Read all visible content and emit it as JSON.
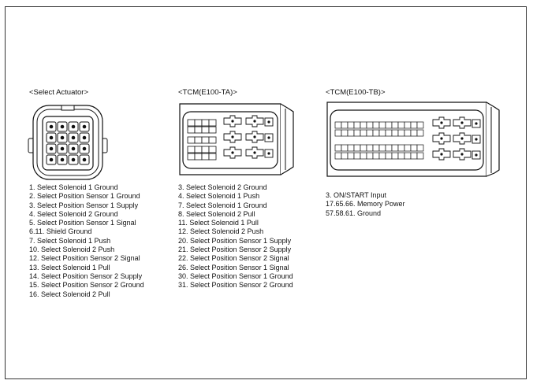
{
  "actuator": {
    "title": "<Select Actuator>",
    "pins": [
      "1. Select Solenoid 1 Ground",
      "2. Select Position Sensor 1 Ground",
      "3. Select Position Sensor 1 Supply",
      "4. Select Solenoid 2 Ground",
      "5. Select Position Sensor 1 Signal",
      "6.11. Shield Ground",
      "7. Select Solenoid 1 Push",
      "10. Select Solenoid 2 Push",
      "12. Select Position Sensor 2 Signal",
      "13. Select Solenoid 1 Pull",
      "14. Select Position Sensor 2 Supply",
      "15. Select Position Sensor 2 Ground",
      "16. Select Solenoid 2 Pull"
    ]
  },
  "tcm_ta": {
    "title": "<TCM(E100-TA)>",
    "pins": [
      "3. Select Solenoid 2 Ground",
      "4. Select Solenoid 1 Push",
      "7. Select Solenoid 1 Ground",
      "8. Select Solenoid 2 Pull",
      "11. Select Solenoid 1 Pull",
      "12. Select Solenoid 2 Push",
      "20. Select Position Sensor 1 Supply",
      "21. Select Position Sensor 2 Supply",
      "22. Select Position Sensor 2 Signal",
      "26. Select Position Sensor 1 Signal",
      "30. Select Position Sensor 1 Ground",
      "31. Select Position Sensor 2 Ground"
    ]
  },
  "tcm_tb": {
    "title": "<TCM(E100-TB)>",
    "pins": [
      "3. ON/START Input",
      "17.65.66. Memory Power",
      "57.58.61. Ground"
    ]
  }
}
